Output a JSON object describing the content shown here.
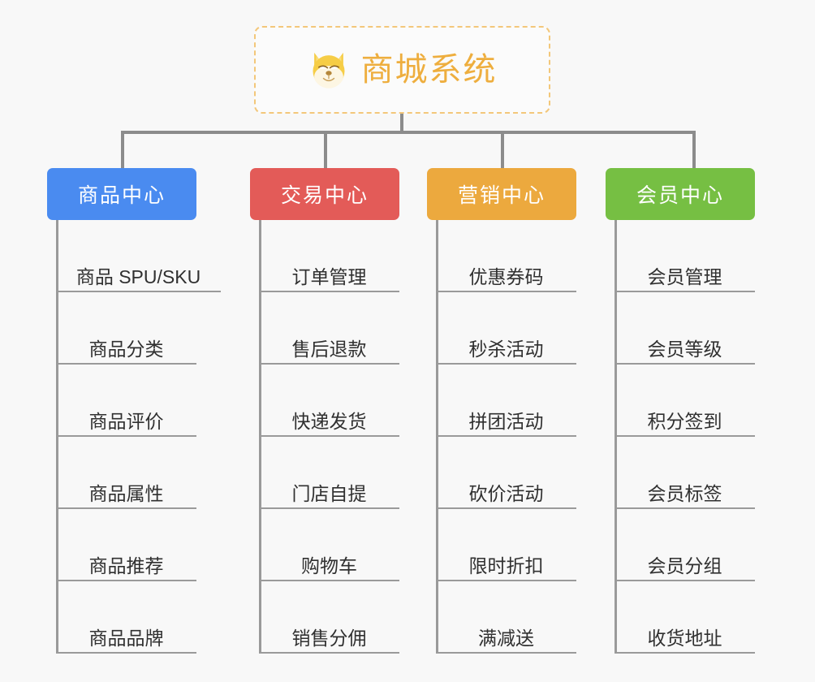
{
  "root": {
    "title": "商城系统",
    "icon": "shiba-dog-emoji",
    "border_color": "#f3c77a",
    "text_color": "#eeae3e"
  },
  "connector": {
    "color": "#8c8c8c"
  },
  "columns": [
    {
      "id": "product-center",
      "header": "商品中心",
      "color": "#4a8bf0",
      "items": [
        "商品 SPU/SKU",
        "商品分类",
        "商品评价",
        "商品属性",
        "商品推荐",
        "商品品牌"
      ]
    },
    {
      "id": "trade-center",
      "header": "交易中心",
      "color": "#e35b58",
      "items": [
        "订单管理",
        "售后退款",
        "快递发货",
        "门店自提",
        "购物车",
        "销售分佣"
      ]
    },
    {
      "id": "marketing-center",
      "header": "营销中心",
      "color": "#eca93e",
      "items": [
        "优惠券码",
        "秒杀活动",
        "拼团活动",
        "砍价活动",
        "限时折扣",
        "满减送"
      ]
    },
    {
      "id": "member-center",
      "header": "会员中心",
      "color": "#76bf43",
      "items": [
        "会员管理",
        "会员等级",
        "积分签到",
        "会员标签",
        "会员分组",
        "收货地址"
      ]
    }
  ]
}
